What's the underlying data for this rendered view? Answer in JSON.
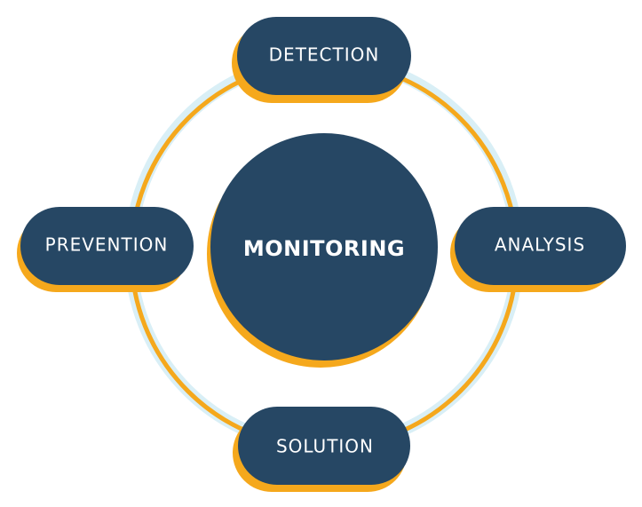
{
  "center": {
    "label": "MONITORING"
  },
  "stages": [
    {
      "id": "detection",
      "label": "DETECTION"
    },
    {
      "id": "analysis",
      "label": "ANALYSIS"
    },
    {
      "id": "solution",
      "label": "SOLUTION"
    },
    {
      "id": "prevention",
      "label": "PREVENTION"
    }
  ],
  "colors": {
    "navy": "#264764",
    "accent": "#f5a81c",
    "ring_glow": "#d9eff6",
    "background": "#ffffff",
    "text": "#ffffff"
  }
}
